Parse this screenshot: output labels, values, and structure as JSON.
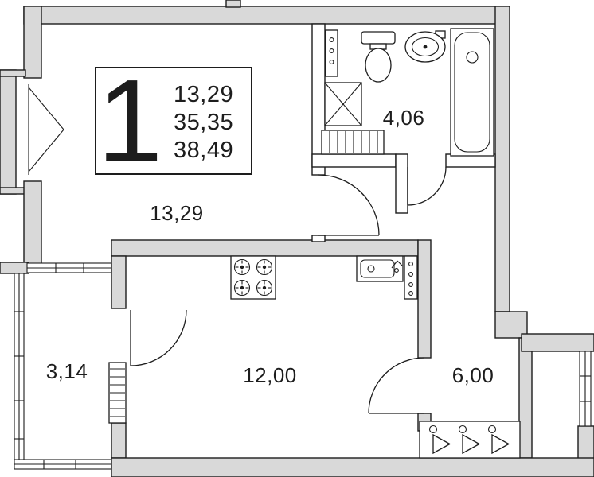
{
  "title_block": {
    "room_count": "1",
    "areas": [
      "13,29",
      "35,35",
      "38,49"
    ]
  },
  "room_labels": {
    "living_room": "13,29",
    "bathroom": "4,06",
    "kitchen": "12,00",
    "hallway": "6,00",
    "balcony": "3,14"
  },
  "colors": {
    "background": "#ffffff",
    "wall_fill": "#d9d9d9",
    "line": "#1d1d1d"
  }
}
